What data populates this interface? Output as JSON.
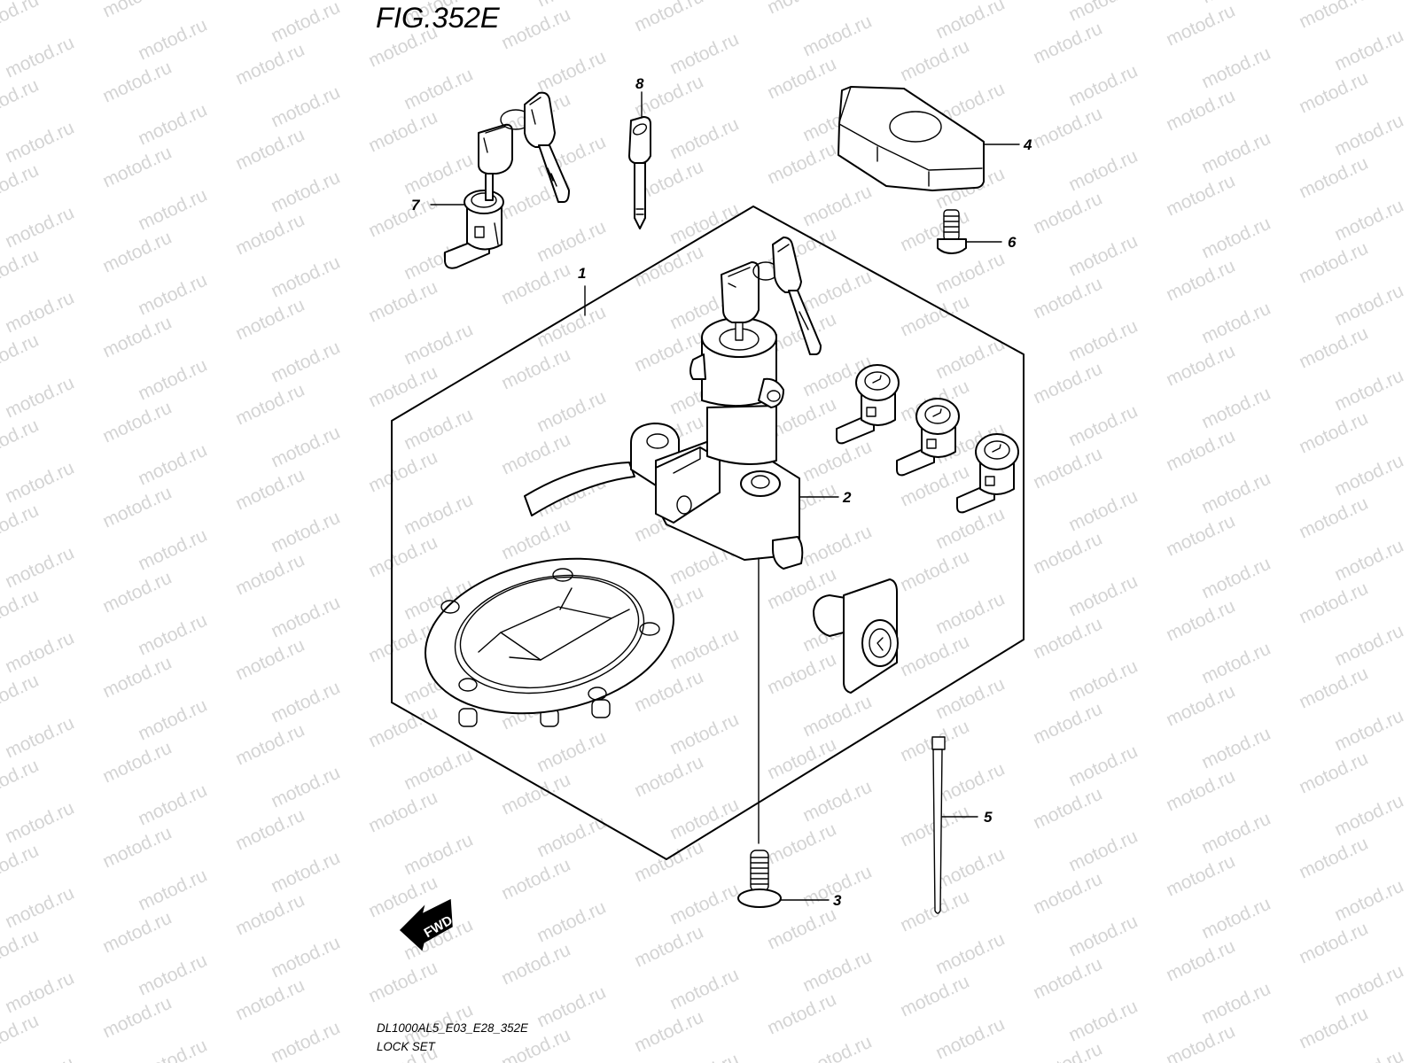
{
  "figure": {
    "title": "FIG.352E",
    "code": "DL1000AL5_E03_E28_352E",
    "name": "LOCK SET"
  },
  "watermark": {
    "text": "motod.ru",
    "color": "#d4d4d4"
  },
  "direction_indicator": {
    "label": "FWD"
  },
  "parts": [
    {
      "ref": "1",
      "description": "Lock set assembly (boxed group)"
    },
    {
      "ref": "2",
      "description": "Ignition switch with keys"
    },
    {
      "ref": "3",
      "description": "Screw"
    },
    {
      "ref": "4",
      "description": "Cap / cover"
    },
    {
      "ref": "5",
      "description": "Cable tie"
    },
    {
      "ref": "6",
      "description": "Bolt"
    },
    {
      "ref": "7",
      "description": "Lock with keys"
    },
    {
      "ref": "8",
      "description": "Key blank"
    }
  ],
  "callouts": {
    "c1": "1",
    "c2": "2",
    "c3": "3",
    "c4": "4",
    "c5": "5",
    "c6": "6",
    "c7": "7",
    "c8": "8"
  },
  "colors": {
    "line": "#000000",
    "background": "#ffffff"
  }
}
